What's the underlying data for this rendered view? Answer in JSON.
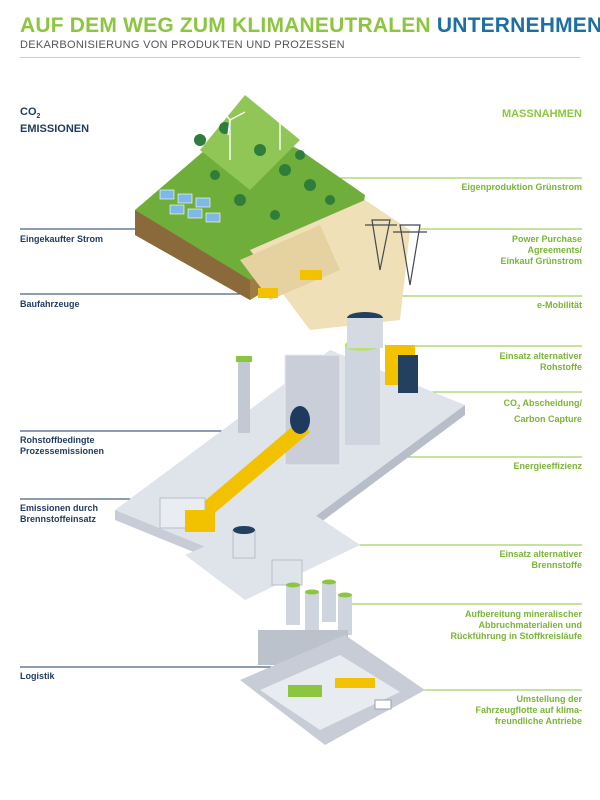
{
  "header": {
    "title_part1": "AUF DEM WEG ZUM ",
    "title_part2": "KLIMANEUTRALEN",
    "title_part3": " UNTERNEHMEN",
    "subtitle": "DEKARBONISIERUNG VON PRODUKTEN UND PROZESSEN"
  },
  "columns": {
    "left_line1": "CO",
    "left_sub": "2",
    "left_line2": "EMISSIONEN",
    "right": "MASSNAHMEN"
  },
  "emissions": {
    "strom": "Eingekaufter Strom",
    "baufahrzeuge": "Baufahrzeuge",
    "rohstoff_1": "Rohstoffbedingte",
    "rohstoff_2": "Prozessemissionen",
    "brennstoff_1": "Emissionen durch",
    "brennstoff_2": "Brennstoffeinsatz",
    "logistik": "Logistik"
  },
  "measures": {
    "gruenstrom": "Eigenproduktion Grünstrom",
    "ppa_1": "Power Purchase",
    "ppa_2": "Agreements/",
    "ppa_3": "Einkauf Grünstrom",
    "emob": "e-Mobilität",
    "rohstoffe_1": "Einsatz alternativer",
    "rohstoffe_2": "Rohstoffe",
    "ccs_1a": "CO",
    "ccs_1sub": "2",
    "ccs_1b": " Abscheidung/",
    "ccs_2": "Carbon Capture",
    "effizienz": "Energieeffizienz",
    "brennstoffe_1": "Einsatz alternativer",
    "brennstoffe_2": "Brennstoffe",
    "aufbereitung_1": "Aufbereitung mineralischer",
    "aufbereitung_2": "Abbruchmaterialien und",
    "aufbereitung_3": "Rückführung in Stoffkreisläufe",
    "flotte_1": "Umstellung der",
    "flotte_2": "Fahrzeugflotte auf klima-",
    "flotte_3": "freundliche Antriebe"
  },
  "colors": {
    "green": "#8cc63f",
    "blue": "#1c6ea4",
    "navy": "#1f3a5f",
    "platform": "#e3e6ec"
  }
}
